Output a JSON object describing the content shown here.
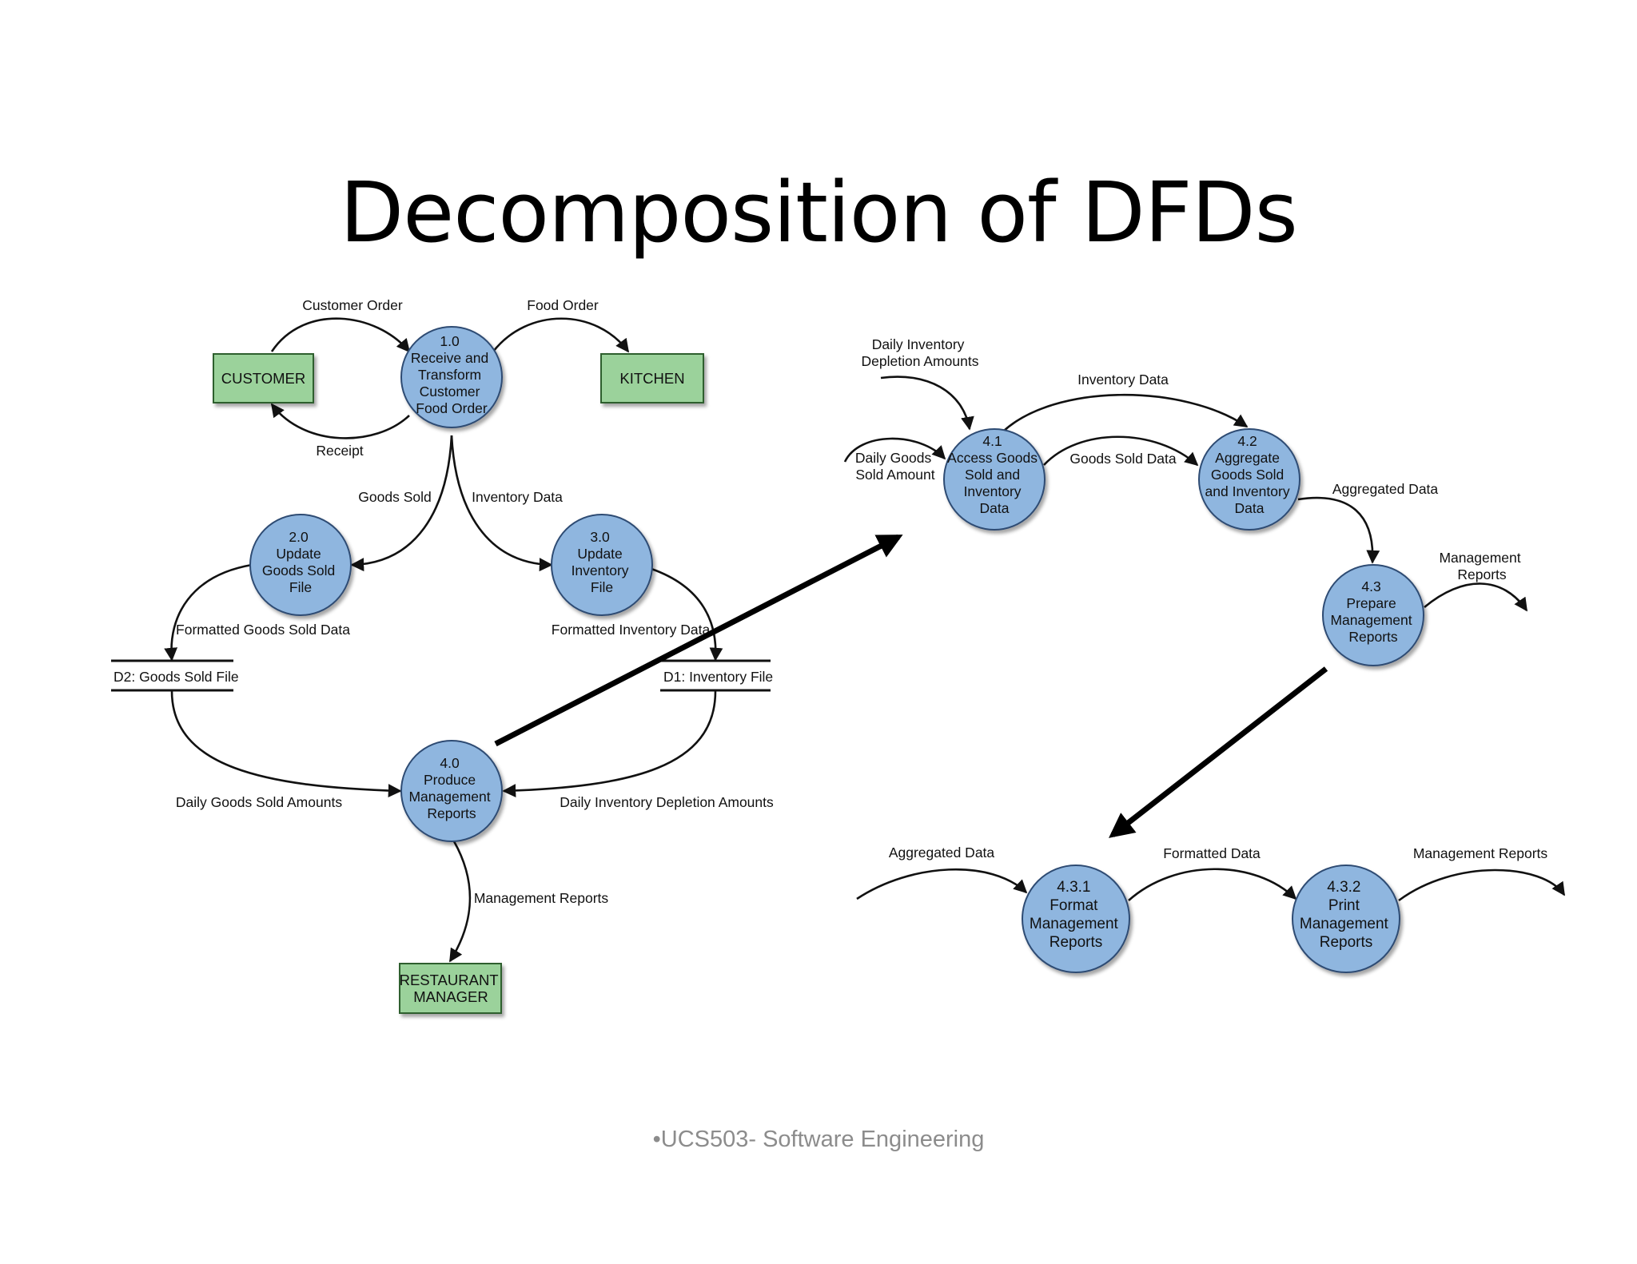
{
  "title": "Decomposition of DFDs",
  "footer": "•UCS503- Software Engineering",
  "colors": {
    "process_fill": "#8fb6df",
    "process_stroke": "#2d4b73",
    "entity_fill": "#9bd29b",
    "entity_stroke": "#2f5e2f"
  },
  "left_dfd": {
    "entities": {
      "customer": "CUSTOMER",
      "kitchen": "KITCHEN",
      "restaurant_manager": [
        "RESTAURANT",
        "MANAGER"
      ]
    },
    "processes": {
      "p1": [
        "1.0",
        "Receive and",
        "Transform",
        "Customer",
        "Food Order"
      ],
      "p2": [
        "2.0",
        "Update",
        "Goods Sold",
        "File"
      ],
      "p3": [
        "3.0",
        "Update",
        "Inventory",
        "File"
      ],
      "p4": [
        "4.0",
        "Produce",
        "Management",
        "Reports"
      ]
    },
    "stores": {
      "d2": "D2: Goods Sold File",
      "d1": "D1: Inventory File"
    },
    "flows": {
      "customer_order": "Customer Order",
      "food_order": "Food Order",
      "receipt": "Receipt",
      "goods_sold": "Goods Sold",
      "inventory_data": "Inventory Data",
      "formatted_goods_sold_data": "Formatted Goods Sold Data",
      "formatted_inventory_data": "Formatted Inventory Data",
      "daily_goods_sold_amounts": "Daily Goods Sold Amounts",
      "daily_inventory_depletion_amounts": "Daily Inventory Depletion Amounts",
      "management_reports": "Management Reports"
    }
  },
  "level2_dfd": {
    "processes": {
      "p41": [
        "4.1",
        "Access Goods",
        "Sold and",
        "Inventory",
        "Data"
      ],
      "p42": [
        "4.2",
        "Aggregate",
        "Goods Sold",
        "and Inventory",
        "Data"
      ],
      "p43": [
        "4.3",
        "Prepare",
        "Management",
        "Reports"
      ]
    },
    "flows": {
      "daily_inventory_depletion_amounts": [
        "Daily Inventory",
        "Depletion Amounts"
      ],
      "daily_goods_sold_amount": [
        "Daily Goods",
        "Sold Amount"
      ],
      "inventory_data": "Inventory Data",
      "goods_sold_data": "Goods Sold Data",
      "aggregated_data": "Aggregated Data",
      "management_reports": [
        "Management",
        "Reports"
      ]
    }
  },
  "level3_dfd": {
    "processes": {
      "p431": [
        "4.3.1",
        "Format",
        "Management",
        "Reports"
      ],
      "p432": [
        "4.3.2",
        "Print",
        "Management",
        "Reports"
      ]
    },
    "flows": {
      "aggregated_data": "Aggregated Data",
      "formatted_data": "Formatted Data",
      "management_reports": "Management Reports"
    }
  }
}
